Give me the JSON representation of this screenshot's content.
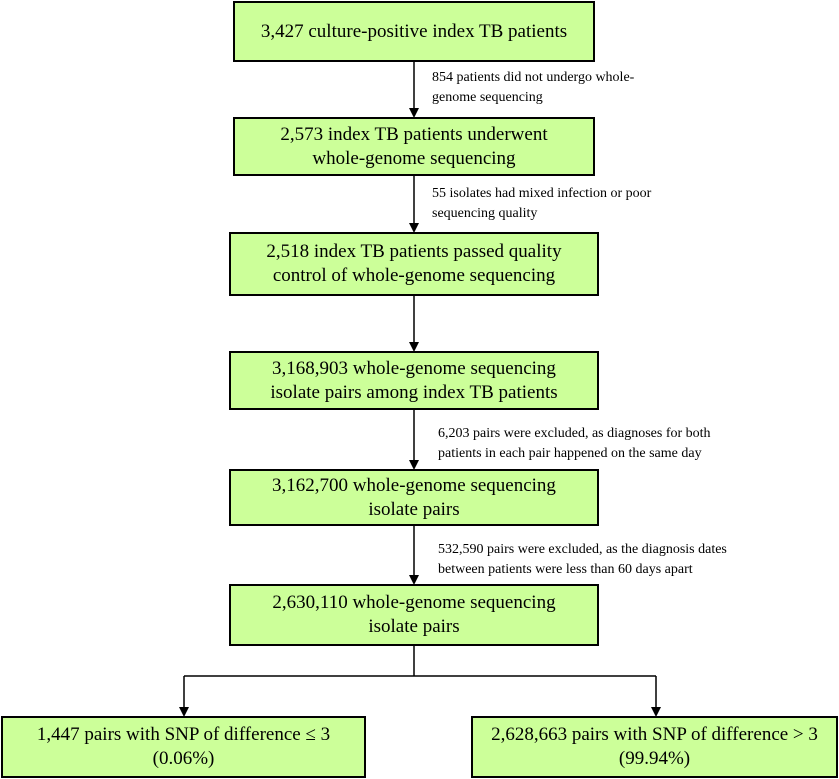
{
  "colors": {
    "box_fill": "#ccff99",
    "border": "#000000",
    "text": "#000000"
  },
  "boxes": {
    "b1": {
      "line1": "3,427 culture-positive index TB patients"
    },
    "b2": {
      "line1": "2,573 index TB patients underwent",
      "line2": "whole-genome sequencing"
    },
    "b3": {
      "line1": "2,518 index TB patients passed quality",
      "line2": "control of whole-genome sequencing"
    },
    "b4": {
      "line1": "3,168,903 whole-genome sequencing",
      "line2": "isolate pairs among index TB patients"
    },
    "b5": {
      "line1": "3,162,700 whole-genome sequencing",
      "line2": "isolate pairs"
    },
    "b6": {
      "line1": "2,630,110 whole-genome sequencing",
      "line2": "isolate pairs"
    },
    "b7": {
      "line1": "1,447 pairs with SNP of difference ≤ 3",
      "line2": "(0.06%)"
    },
    "b8": {
      "line1": "2,628,663 pairs with SNP of difference > 3",
      "line2": "(99.94%)"
    }
  },
  "notes": {
    "n1": {
      "line1": "854 patients did not undergo whole-",
      "line2": "genome sequencing"
    },
    "n2": {
      "line1": "55 isolates had mixed infection or poor",
      "line2": "sequencing quality"
    },
    "n3": {
      "line1": "6,203 pairs were excluded, as diagnoses for both",
      "line2": "patients in each pair happened on the same day"
    },
    "n4": {
      "line1": "532,590 pairs were excluded, as the diagnosis dates",
      "line2": "between patients were less than 60 days apart"
    }
  }
}
